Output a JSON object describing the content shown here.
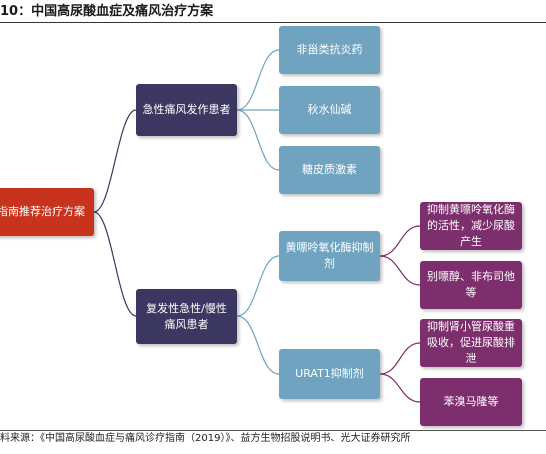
{
  "header": {
    "title": "10：中国高尿酸血症及痛风治疗方案"
  },
  "tree": {
    "root": "指南推荐治疗方案",
    "acute": {
      "label": "急性痛风发作患者",
      "children": [
        "非甾类抗炎药",
        "秋水仙碱",
        "糖皮质激素"
      ]
    },
    "chronic": {
      "label": "复发性急性/慢性痛风患者",
      "children": [
        {
          "label": "黄嘌呤氧化酶抑制剂",
          "children": [
            "抑制黄嘌呤氧化酶的活性，减少尿酸产生",
            "别嘌醇、非布司他等"
          ]
        },
        {
          "label": "URAT1抑制剂",
          "children": [
            "抑制肾小管尿酸重吸收，促进尿酸排泄",
            "苯溴马隆等"
          ]
        }
      ]
    }
  },
  "footer": {
    "source": "料来源：《中国高尿酸血症与痛风诊疗指南（2019）》、益方生物招股说明书、光大证券研究所"
  },
  "colors": {
    "root": "#c8331e",
    "level1": "#3b3760",
    "level2": "#6fa3c0",
    "level3": "#7d2e6c",
    "connector_level1": "#3b3760",
    "connector_level2": "#6fa3c0",
    "connector_level3": "#7d2e6c"
  }
}
